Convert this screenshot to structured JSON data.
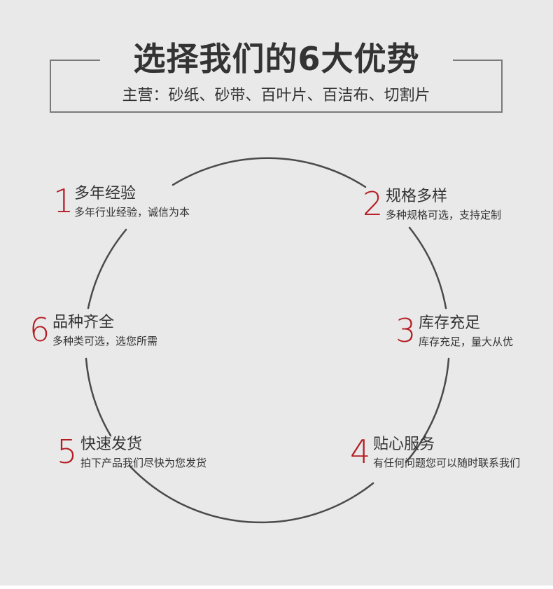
{
  "header": {
    "title": "选择我们的6大优势",
    "subtitle": "主营：砂纸、砂带、百叶片、百洁布、切割片"
  },
  "colors": {
    "accent": "#b51b22",
    "text": "#333333",
    "background": "#e9e9e9",
    "ring": "#4a4a4a"
  },
  "advantages": [
    {
      "num": "1",
      "title": "多年经验",
      "desc": "多年行业经验，诚信为本"
    },
    {
      "num": "2",
      "title": "规格多样",
      "desc": "多种规格可选，支持定制"
    },
    {
      "num": "3",
      "title": "库存充足",
      "desc": "库存充足，量大从优"
    },
    {
      "num": "4",
      "title": "贴心服务",
      "desc": "有任何问题您可以随时联系我们"
    },
    {
      "num": "5",
      "title": "快速发货",
      "desc": "拍下产品我们尽快为您发货"
    },
    {
      "num": "6",
      "title": "品种齐全",
      "desc": "多种类可选，选您所需"
    }
  ]
}
